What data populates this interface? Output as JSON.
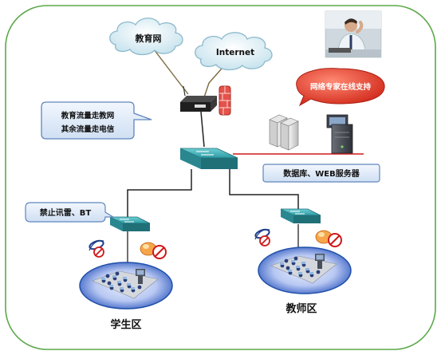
{
  "clouds": {
    "edu_net": "教育网",
    "internet": "Internet"
  },
  "notes": {
    "routing_line1": "教育流量走教网",
    "routing_line2": "其余流量走电信",
    "server_label": "数据库、WEB服务器",
    "ban_label": "禁止讯雷、BT",
    "expert_support": "网络专家在线支持"
  },
  "zones": {
    "student": "学生区",
    "teacher": "教师区"
  },
  "colors": {
    "frame_border": "#5aa848",
    "callout_fill": "#dce9f7",
    "callout_border": "#5f86bd",
    "cloud_fill": "#d2e8ef",
    "cloud_border": "#8cb8cc",
    "switch_fill": "#3a9aa2",
    "badge_red": "#e53a2a",
    "lan_blue": "#1f4fa8",
    "red_line": "#d31818"
  },
  "icons": {
    "switch": "switch-icon",
    "router": "router-icon",
    "firewall": "firewall-icon",
    "server": "server-icon",
    "desktop": "desktop-icon",
    "ban": "ban-icon",
    "person": "person-icon"
  }
}
